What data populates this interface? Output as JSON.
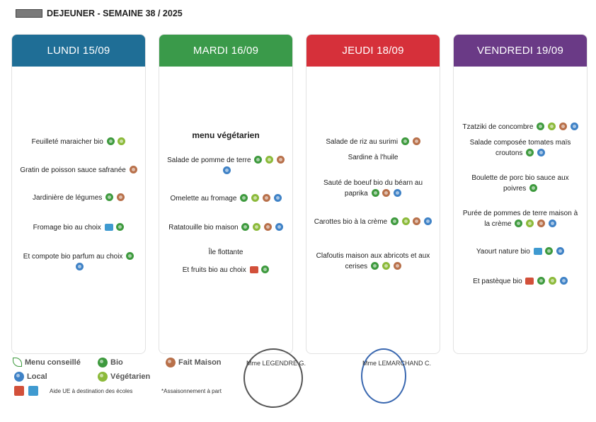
{
  "header": {
    "title": "DEJEUNER - SEMAINE 38 / 2025"
  },
  "days": [
    {
      "label": "LUNDI 15/09",
      "color": "#1f6e96",
      "items": [
        {
          "text": "Feuilleté maraicher bio",
          "icons": [
            "bio",
            "veg"
          ]
        },
        {
          "text": "Gratin de poisson sauce safranée",
          "icons": [
            "fait"
          ]
        },
        {
          "text": "Jardinière de légumes",
          "icons": [
            "bio",
            "fait"
          ]
        },
        {
          "text": "Fromage bio au choix",
          "icons": [
            "uefr",
            "bio"
          ]
        },
        {
          "text": "Et compote bio parfum au choix",
          "icons": [
            "bio",
            "local"
          ]
        }
      ]
    },
    {
      "label": "MARDI 16/09",
      "color": "#3a9a4a",
      "subtitle": "menu végétarien",
      "items": [
        {
          "text": "Salade de pomme de terre",
          "icons": [
            "bio",
            "veg",
            "fait",
            "local"
          ]
        },
        {
          "text": "Omelette au fromage",
          "icons": [
            "bio",
            "veg",
            "fait",
            "local"
          ]
        },
        {
          "text": "Ratatouille bio maison",
          "icons": [
            "bio",
            "veg",
            "fait",
            "local"
          ]
        },
        {
          "text": "Île flottante",
          "icons": []
        },
        {
          "text": "Et fruits bio au choix",
          "icons": [
            "ueveg",
            "bio"
          ]
        }
      ]
    },
    {
      "label": "JEUDI 18/09",
      "color": "#d6303a",
      "items": [
        {
          "text": "Salade de riz au surimi",
          "icons": [
            "bio",
            "fait"
          ]
        },
        {
          "text": "Sardine à l'huile",
          "icons": []
        },
        {
          "text": "Sauté de boeuf bio du béarn au paprika",
          "icons": [
            "bio",
            "fait",
            "local"
          ]
        },
        {
          "text": "Carottes bio à la crème",
          "icons": [
            "bio",
            "veg",
            "fait",
            "local"
          ]
        },
        {
          "text": "Clafoutis maison aux abricots et aux cerises",
          "icons": [
            "bio",
            "veg",
            "fait"
          ]
        }
      ]
    },
    {
      "label": "VENDREDI 19/09",
      "color": "#6a3a86",
      "items": [
        {
          "text": "Tzatziki de concombre",
          "icons": [
            "bio",
            "veg",
            "fait",
            "local"
          ]
        },
        {
          "text": "Salade composée tomates maïs croutons",
          "icons": [
            "bio",
            "local"
          ]
        },
        {
          "text": "Boulette de porc bio sauce aux poivres",
          "icons": [
            "bio"
          ]
        },
        {
          "text": "Purée de pommes de terre maison à la crème",
          "icons": [
            "bio",
            "veg",
            "fait",
            "local"
          ]
        },
        {
          "text": "Yaourt nature bio",
          "icons": [
            "uefr",
            "bio",
            "local"
          ]
        },
        {
          "text": "Et pastèque bio",
          "icons": [
            "ueveg",
            "bio",
            "veg",
            "local"
          ]
        }
      ]
    }
  ],
  "legend": {
    "menu_conseille": "Menu conseillé",
    "bio": "Bio",
    "fait_maison": "Fait Maison",
    "local": "Local",
    "vegetarien": "Végétarien",
    "aide_ue": "Aide UE à destination des écoles",
    "assaisonnement": "*Assaisonnement à part"
  },
  "signatures": {
    "left": "Mme LEGENDRE G.",
    "right": "Mme LEMARCHAND C."
  }
}
